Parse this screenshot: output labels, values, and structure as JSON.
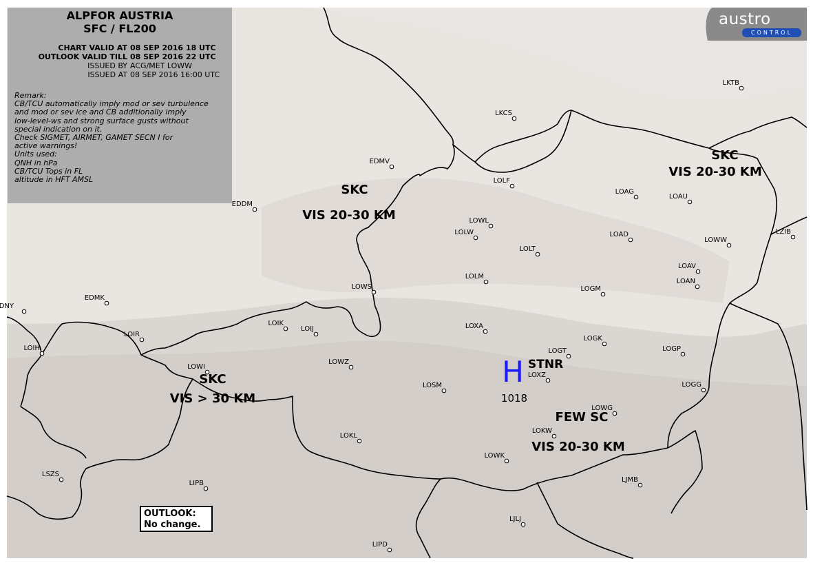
{
  "header": {
    "title": "ALPFOR AUSTRIA",
    "subtitle": "SFC / FL200"
  },
  "validity": [
    {
      "label": "CHART VALID AT",
      "value": "08 SEP 2016 18 UTC",
      "bold": true
    },
    {
      "label": "OUTLOOK VALID TILL",
      "value": "08 SEP 2016 22 UTC",
      "bold": true
    },
    {
      "label": "ISSUED BY",
      "value": "ACG/MET LOWW",
      "bold": false
    },
    {
      "label": "ISSUED AT",
      "value": "08 SEP 2016 16:00 UTC",
      "bold": false
    }
  ],
  "remarks": [
    "Remark:",
    "CB/TCU automatically imply mod or sev turbulence",
    "and mod or sev ice and CB additionally imply",
    "low-level-ws and strong surface gusts without",
    "special indication on it.",
    "Check SIGMET, AIRMET, GAMET SECN I for",
    "active warnings!",
    "Units used:",
    "QNH in hPa",
    "CB/TCU Tops in FL",
    "altitude in HFT AMSL"
  ],
  "logo": {
    "brand": "austro",
    "sub": "CONTROL",
    "bg_color": "#8a8a8a",
    "sub_color": "#1f4fb5"
  },
  "outlook": {
    "line1": "OUTLOOK:",
    "line2": "No change."
  },
  "colors": {
    "map_bg": "#e9e5e1",
    "border": "#000000",
    "high_pressure": "#1a1aff"
  },
  "pressure_center": {
    "symbol": "H",
    "label": "STNR",
    "value": "1018"
  },
  "weather_areas": [
    {
      "sky": "SKC",
      "vis": "VIS 20-30 KM"
    },
    {
      "sky": "SKC",
      "vis": "VIS 20-30 KM"
    },
    {
      "sky": "SKC",
      "vis": "VIS > 30 KM"
    },
    {
      "sky": "FEW SC",
      "vis": "VIS 20-30 KM"
    }
  ],
  "stations": [
    "LKTB",
    "LKCS",
    "EDMV",
    "LOLF",
    "LOAG",
    "LOAU",
    "EDDM",
    "LOWL",
    "LOLW",
    "LZIB",
    "LOAD",
    "LOWW",
    "LOLT",
    "LOAV",
    "LOAN",
    "LOWS",
    "LOLM",
    "LOGM",
    "EDNY",
    "EDMK",
    "LOIK",
    "LOIJ",
    "LOXA",
    "LOGK",
    "LOIR",
    "LOIH",
    "LOGT",
    "LOGP",
    "LOWI",
    "LOWZ",
    "LOXZ",
    "LOSM",
    "LOGG",
    "LOWG",
    "LOKW",
    "LOKL",
    "LOWK",
    "LSZS",
    "LIPB",
    "LJMB",
    "LJLJ",
    "LIPD"
  ]
}
